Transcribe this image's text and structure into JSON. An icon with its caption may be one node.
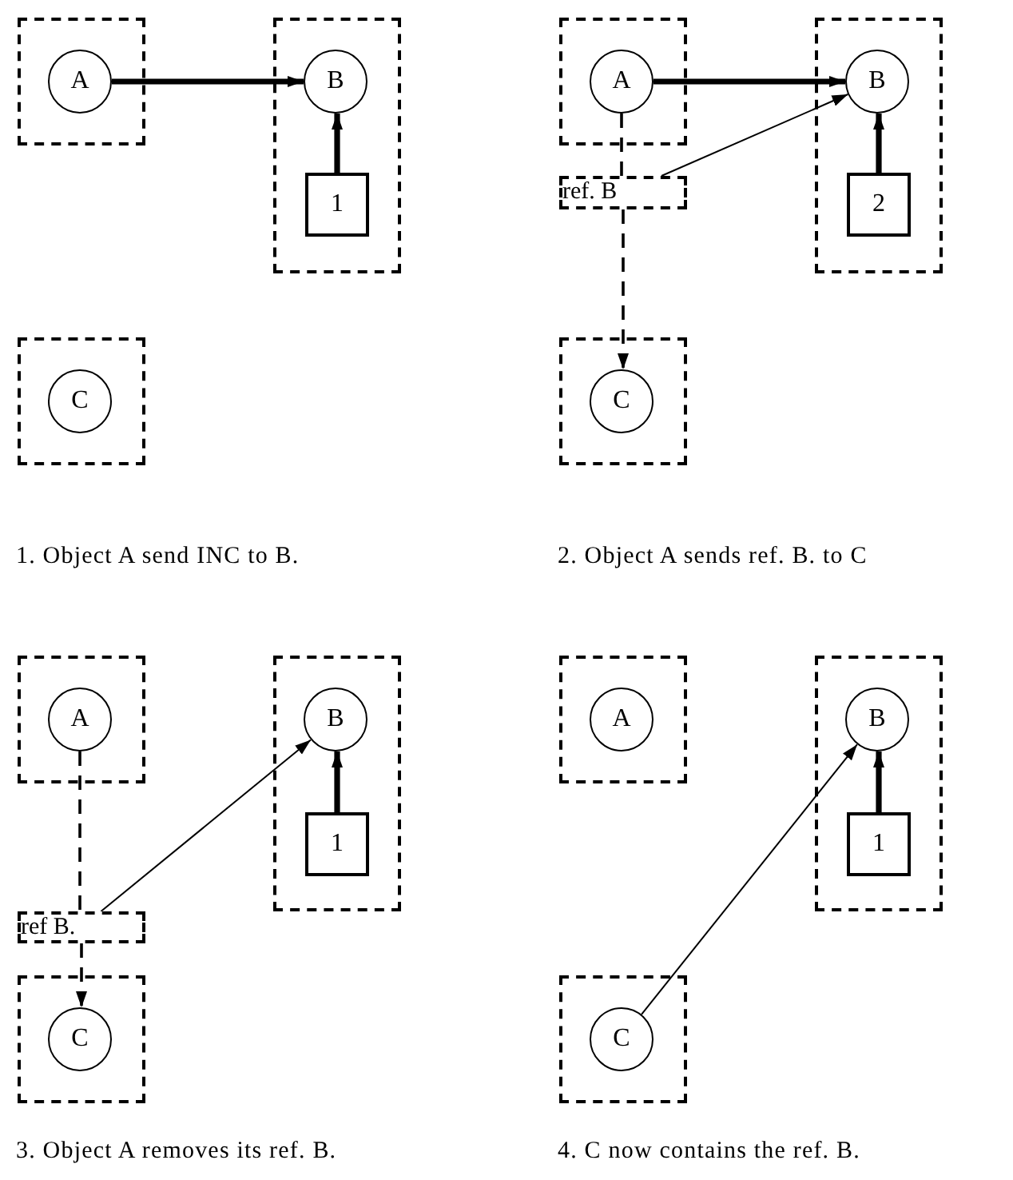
{
  "diagram": {
    "nodes": [
      {
        "text": [],
        "shape": "box"
      },
      {
        "text": [
          "A"
        ],
        "in": 0
      },
      {
        "text": [],
        "shape": "box"
      },
      {
        "text": [
          "B"
        ],
        "in": 2
      },
      {
        "text": [
          "1"
        ],
        "in": 2
      },
      {
        "text": [],
        "shape": "box"
      },
      {
        "text": [
          "C"
        ],
        "in": 5
      },
      {
        "text": [],
        "shape": "box"
      },
      {
        "text": [
          "A"
        ],
        "in": 7
      },
      {
        "text": [],
        "shape": "box"
      },
      {
        "text": [
          "B"
        ],
        "in": 9
      },
      {
        "text": [
          "2"
        ],
        "in": 9
      },
      {
        "text": [
          "ref. B"
        ]
      },
      {
        "text": [],
        "shape": "box"
      },
      {
        "text": [
          "C"
        ],
        "in": 13
      },
      {
        "text": [],
        "shape": "box"
      },
      {
        "text": [
          "A"
        ],
        "in": 15
      },
      {
        "text": [],
        "shape": "box"
      },
      {
        "text": [
          "B"
        ],
        "in": 17
      },
      {
        "text": [
          "1"
        ],
        "in": 17
      },
      {
        "text": [
          "ref B."
        ]
      },
      {
        "text": [],
        "shape": "box"
      },
      {
        "text": [
          "C"
        ],
        "in": 21
      },
      {
        "text": [],
        "shape": "box"
      },
      {
        "text": [
          "A"
        ],
        "in": 23
      },
      {
        "text": [],
        "shape": "box"
      },
      {
        "text": [
          "B"
        ],
        "in": 25
      },
      {
        "text": [
          "1"
        ],
        "in": 25
      },
      {
        "text": [],
        "shape": "box"
      },
      {
        "text": [
          "C"
        ],
        "in": 28
      }
    ],
    "edges": [
      {
        "from": 1,
        "to": 3,
        "arrow": "to",
        "style": "thick"
      },
      {
        "from": 4,
        "to": 3,
        "arrow": "to",
        "style": "thick"
      },
      {
        "from": 8,
        "to": 10,
        "arrow": "to",
        "style": "thick"
      },
      {
        "from": 11,
        "to": 10,
        "arrow": "to",
        "style": "thick"
      },
      {
        "from": 12,
        "to": 10,
        "arrow": "to"
      },
      {
        "from": 8,
        "to": 12,
        "arrow": "none",
        "style": "dashed"
      },
      {
        "from": 12,
        "to": 14,
        "arrow": "to",
        "style": "dashed"
      },
      {
        "from": 16,
        "to": 20,
        "arrow": "none",
        "style": "dashed"
      },
      {
        "from": 20,
        "to": 22,
        "arrow": "to",
        "style": "dashed"
      },
      {
        "from": 20,
        "to": 18,
        "arrow": "to"
      },
      {
        "from": 19,
        "to": 18,
        "arrow": "to",
        "style": "thick"
      },
      {
        "from": 27,
        "to": 26,
        "arrow": "to",
        "style": "thick"
      },
      {
        "from": 29,
        "to": 26,
        "arrow": "to"
      }
    ],
    "labels": [
      "1. Object A send INC to B.",
      "2. Object A sends ref. B. to C",
      "3. Object A removes its ref. B.",
      "4. C now contains the ref. B."
    ]
  }
}
